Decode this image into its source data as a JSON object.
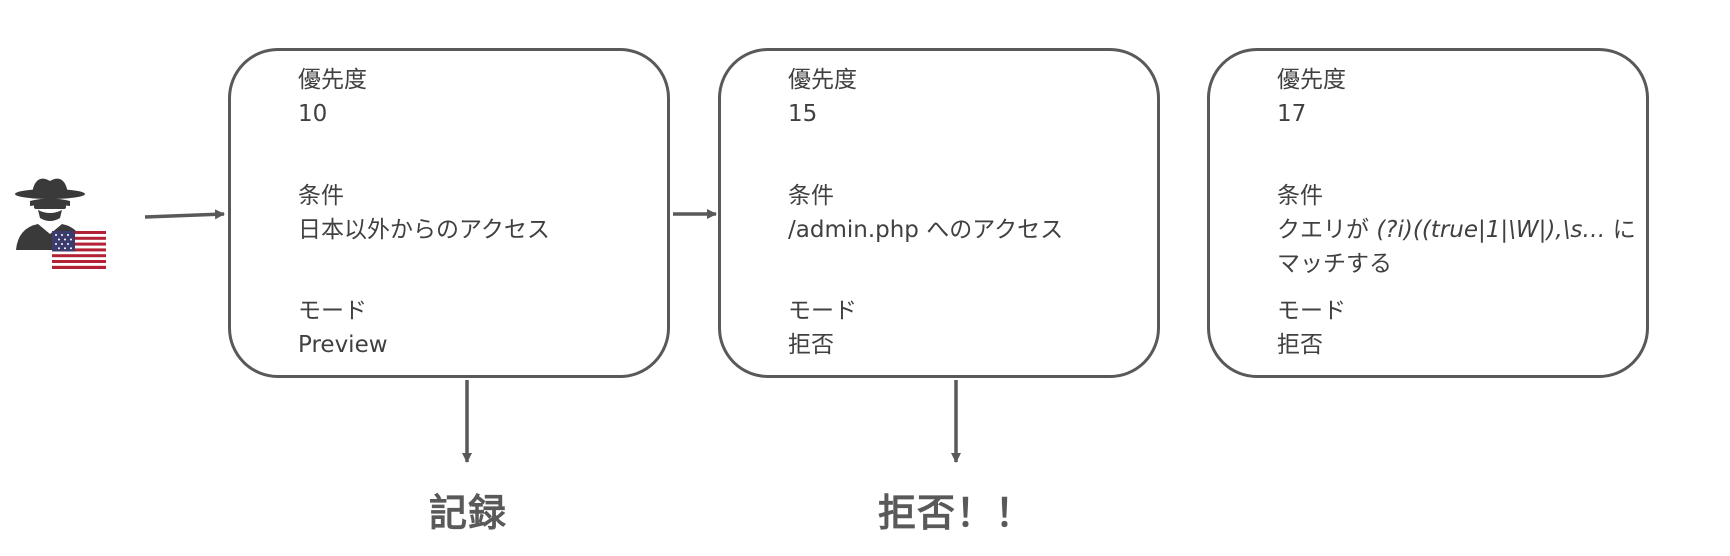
{
  "rules": [
    {
      "priority_label": "優先度",
      "priority": "10",
      "condition_label": "条件",
      "condition": "日本以外からのアクセス",
      "mode_label": "モード",
      "mode": "Preview"
    },
    {
      "priority_label": "優先度",
      "priority": "15",
      "condition_label": "条件",
      "condition": "/admin.php へのアクセス",
      "mode_label": "モード",
      "mode": "拒否"
    },
    {
      "priority_label": "優先度",
      "priority": "17",
      "condition_label": "条件",
      "condition_prefix": "クエリが ",
      "condition_regex": "(?i)((true|1|\\W|),\\s…",
      "condition_suffix": " にマッチする",
      "mode_label": "モード",
      "mode": "拒否"
    }
  ],
  "outcomes": {
    "log": "記録",
    "deny": "拒否！！"
  },
  "icons": {
    "attacker": "spy-icon",
    "flag": "us-flag-icon"
  },
  "colors": {
    "stroke": "#595959",
    "text": "#404040",
    "flag_red": "#b22234",
    "flag_blue": "#3c3b6e"
  }
}
